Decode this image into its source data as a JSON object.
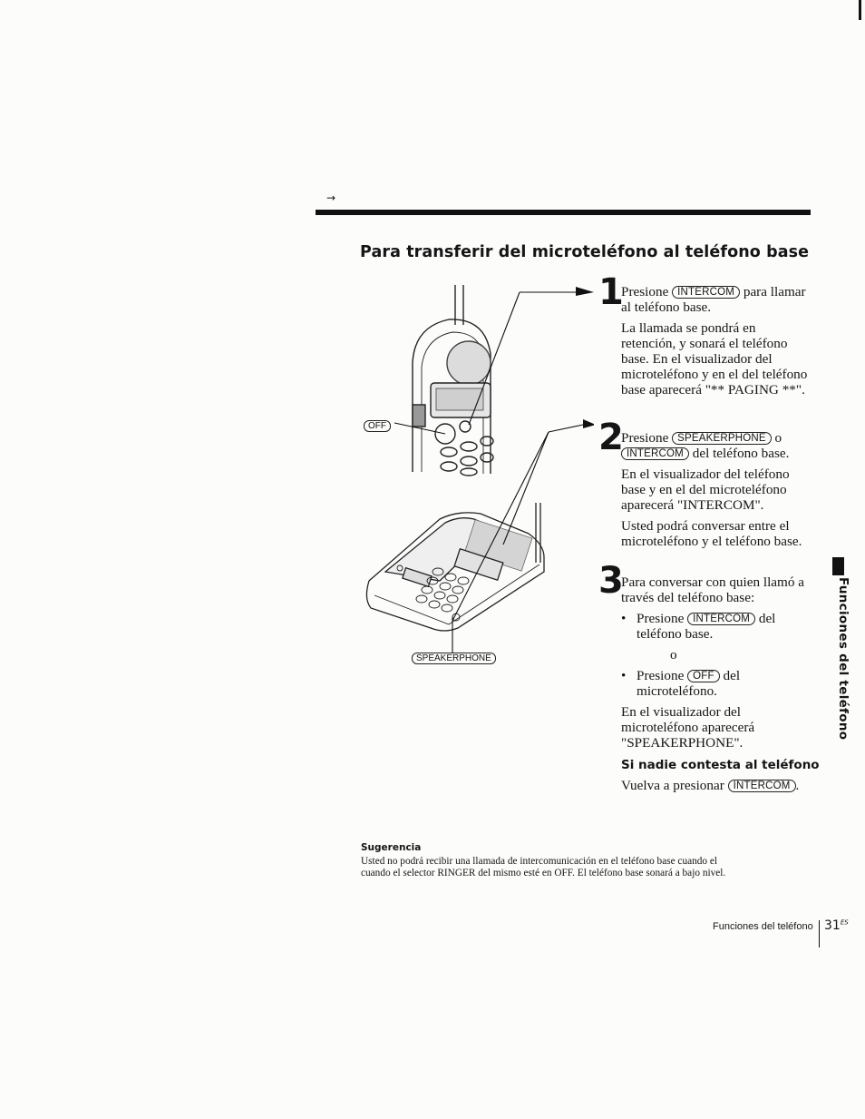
{
  "header": {
    "marker": "→",
    "title": "Para transferir del microteléfono al teléfono base"
  },
  "illustration": {
    "off_key": "OFF",
    "speakerphone_key": "SPEAKERPHONE",
    "handset_display": "",
    "base_display": ""
  },
  "steps": [
    {
      "number": "1",
      "line1_pre": "Presione",
      "line1_key": "INTERCOM",
      "line1_post": "para llamar al teléfono base.",
      "para": "La llamada se pondrá en retención, y sonará el teléfono base. En el visualizador del microteléfono y en el del teléfono base aparecerá \"** PAGING **\"."
    },
    {
      "number": "2",
      "line1_pre": "Presione",
      "line1_key": "SPEAKERPHONE",
      "line1_mid": "o",
      "line1_key2": "INTERCOM",
      "line1_post": "del teléfono base.",
      "para1": "En el visualizador del teléfono base y en el del microteléfono aparecerá \"INTERCOM\".",
      "para2": "Usted podrá conversar entre el microteléfono y el teléfono base."
    },
    {
      "number": "3",
      "intro": "Para conversar con quien llamó a través del teléfono base:",
      "bullet1_pre": "Presione",
      "bullet1_key": "INTERCOM",
      "bullet1_post": "del teléfono base.",
      "or": "o",
      "bullet2_pre": "Presione",
      "bullet2_key": "OFF",
      "bullet2_post": "del microteléfono.",
      "para": "En el visualizador del microteléfono aparecerá \"SPEAKERPHONE\"."
    }
  ],
  "no_answer": {
    "heading": "Si nadie contesta al teléfono",
    "text_pre": "Vuelva a presionar",
    "key": "INTERCOM",
    "text_post": "."
  },
  "tip": {
    "heading": "Sugerencia",
    "text": "Usted no podrá recibir una llamada de intercomunicación en el teléfono base cuando el cuando el selector RINGER del mismo esté en OFF. El teléfono base sonará a bajo nivel."
  },
  "side_tab": {
    "label": "Funciones del teléfono"
  },
  "footer": {
    "section": "Funciones del teléfono",
    "page": "31",
    "lang": "ES"
  }
}
